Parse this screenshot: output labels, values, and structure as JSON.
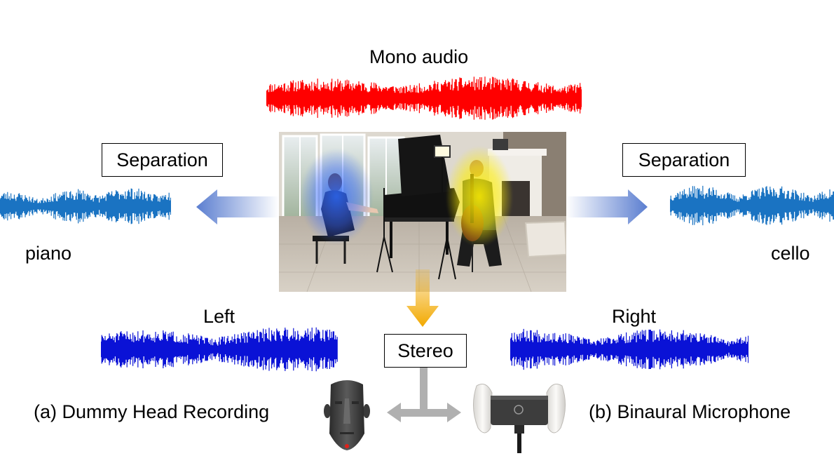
{
  "labels": {
    "mono": "Mono audio",
    "separation_left": "Separation",
    "separation_right": "Separation",
    "piano": "piano",
    "cello": "cello",
    "left": "Left",
    "right": "Right",
    "stereo": "Stereo",
    "dummy_head": "(a) Dummy Head Recording",
    "binaural_mic": "(b) Binaural Microphone"
  },
  "colors": {
    "mono_wave": "#ff0000",
    "separated_wave": "#1a73c2",
    "stereo_wave": "#0a12d6",
    "piano_highlight": "#3b6cff",
    "cello_highlight": "#ffef00",
    "down_arrow": "#f2a900",
    "side_arrow": "#5b7ed0",
    "connector": "#b0b0b0"
  },
  "icons": {
    "scene": "piano-cello-duet-photo",
    "dummy_head": "dummy-head-icon",
    "binaural_mic": "binaural-microphone-icon"
  }
}
